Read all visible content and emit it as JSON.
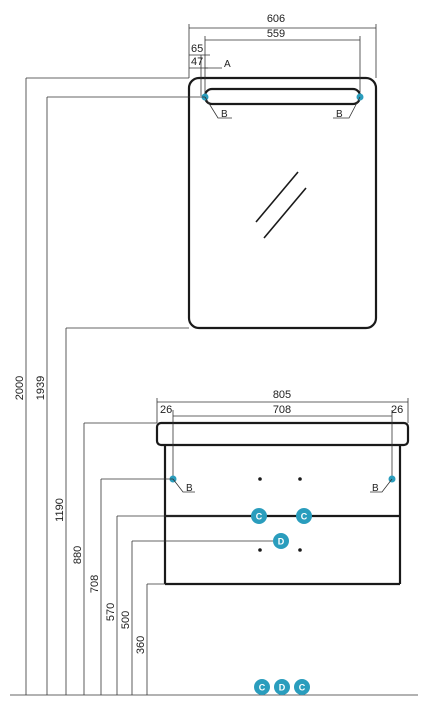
{
  "colors": {
    "line": "#1a1a1a",
    "dimension": "#333333",
    "marker": "#2a9dbd",
    "background": "#ffffff"
  },
  "dimensions": {
    "mirror_width": "606",
    "mirror_inner_width": "559",
    "mirror_offset_a": "65",
    "mirror_offset_b": "47",
    "cabinet_width": "805",
    "cabinet_inner_width": "708",
    "cabinet_offset_left": "26",
    "cabinet_offset_right": "26"
  },
  "heights": {
    "h_2000": "2000",
    "h_1939": "1939",
    "h_1190": "1190",
    "h_880": "880",
    "h_708": "708",
    "h_570": "570",
    "h_500": "500",
    "h_360": "360"
  },
  "labels": {
    "a": "A",
    "b": "B",
    "c": "C",
    "d": "D"
  },
  "icons": {
    "mirror": "mirror-glare-icon"
  }
}
